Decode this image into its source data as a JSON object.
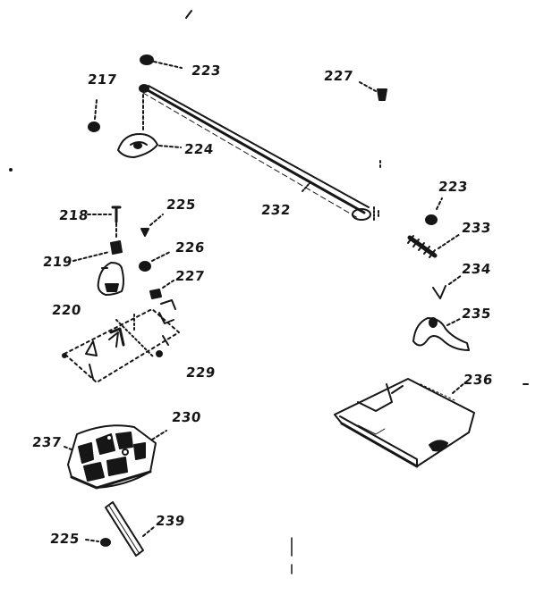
{
  "diagram": {
    "ink_color": "#161616",
    "background_color": "#ffffff",
    "labels": {
      "l217": "217",
      "l218": "218",
      "l219": "219",
      "l220": "220",
      "l223a": "223",
      "l223b": "223",
      "l224": "224",
      "l225a": "225",
      "l225b": "225",
      "l226": "226",
      "l227a": "227",
      "l227b": "227",
      "l229": "229",
      "l230": "230",
      "l232": "232",
      "l233": "233",
      "l234": "234",
      "l235": "235",
      "l236": "236",
      "l237": "237",
      "l239": "239"
    }
  }
}
